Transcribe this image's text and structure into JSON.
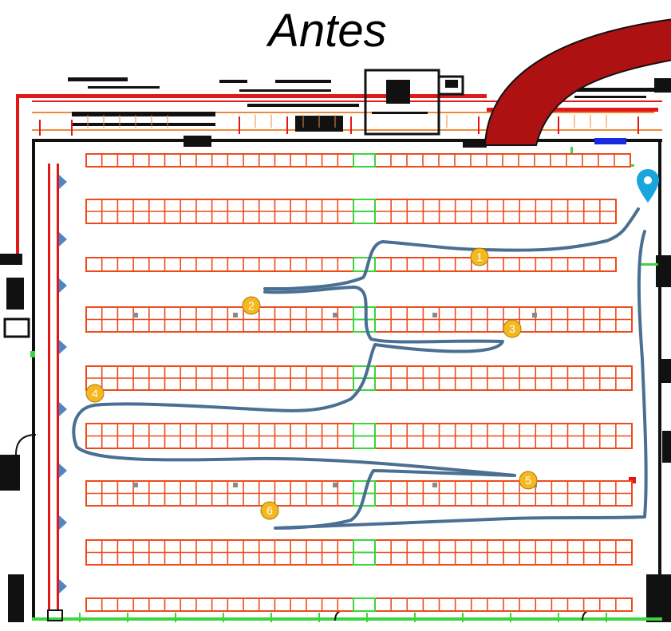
{
  "title": "Antes",
  "colors": {
    "shelf": "#ee4b1c",
    "shelf_fill": "#ffffff",
    "aisle_gap": "#3bd63b",
    "route": "#4a6f92",
    "marker": "#f5b820",
    "marker_stroke": "#b07a00",
    "pin": "#1aa5e0",
    "arrow": "#ad1111",
    "wall": "#111111",
    "wall_red": "#e01818",
    "side_arrow": "#4f86c6"
  },
  "icons": [
    "location-pin-icon",
    "curved-arrow-icon"
  ],
  "stops": [
    {
      "label": "1"
    },
    {
      "label": "2"
    },
    {
      "label": "3"
    },
    {
      "label": "4"
    },
    {
      "label": "5"
    },
    {
      "label": "6"
    }
  ]
}
